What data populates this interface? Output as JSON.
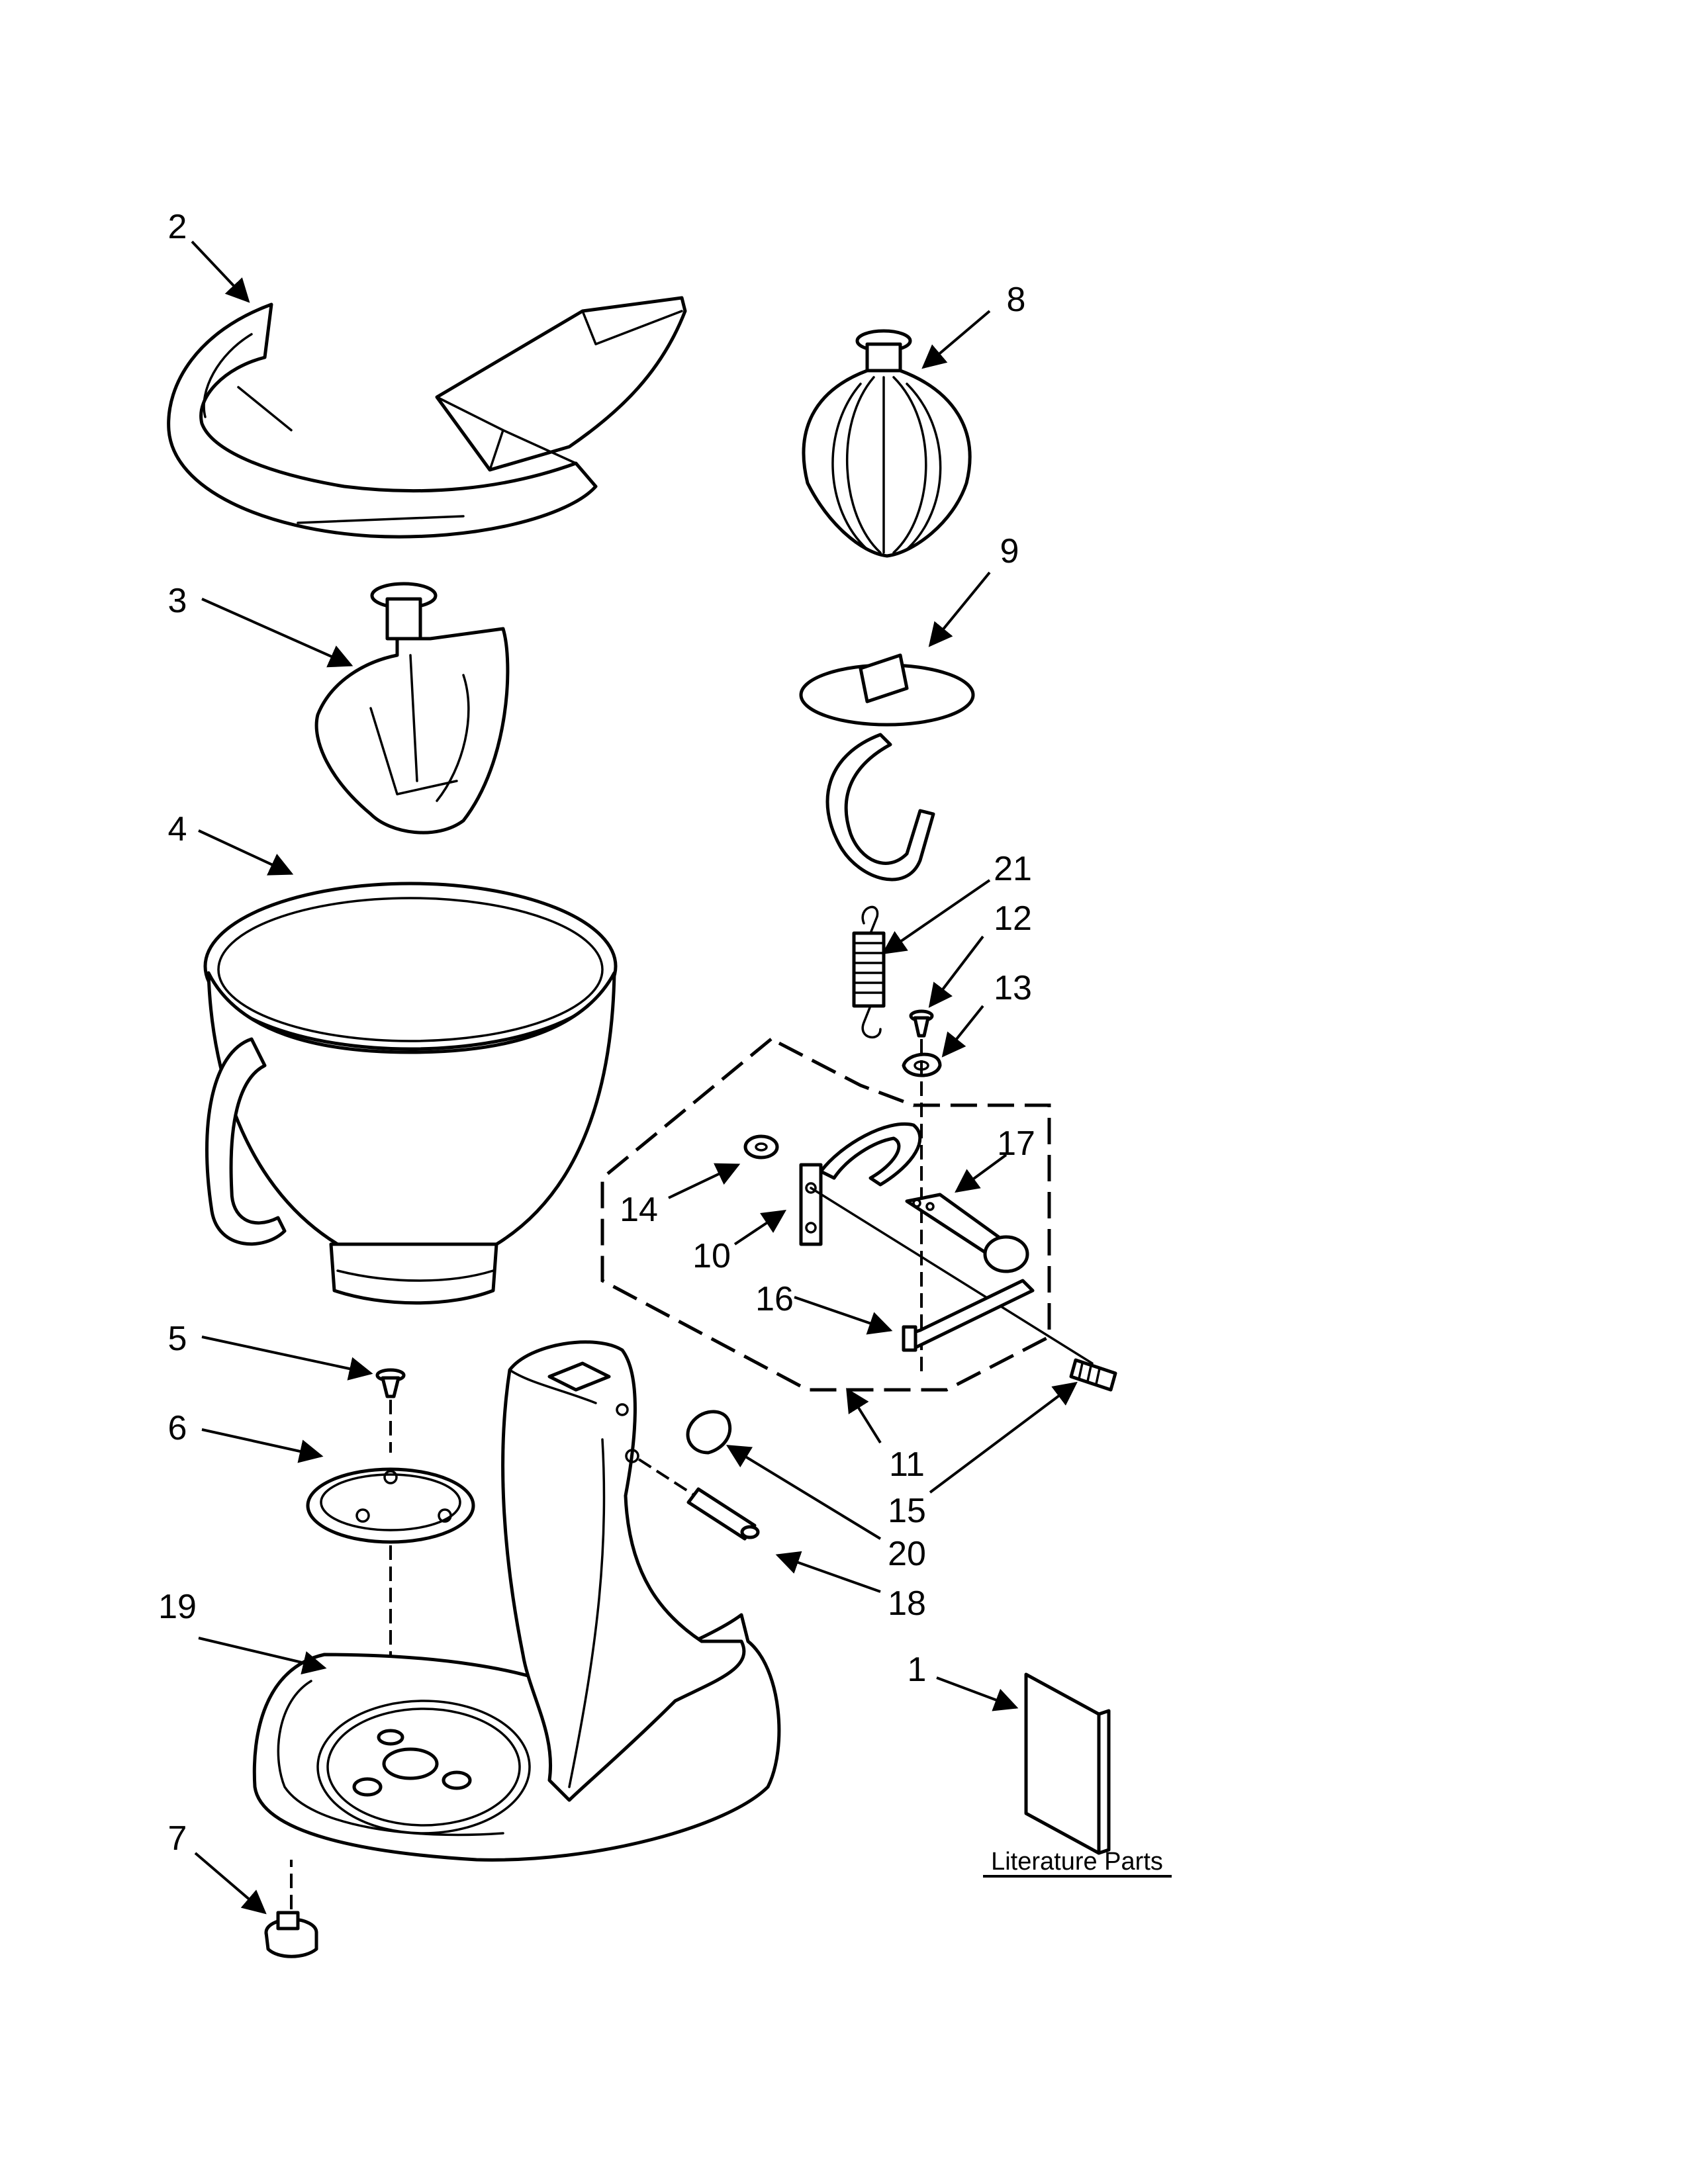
{
  "callouts": {
    "c1": "1",
    "c2": "2",
    "c3": "3",
    "c4": "4",
    "c5": "5",
    "c6": "6",
    "c7": "7",
    "c8": "8",
    "c9": "9",
    "c10": "10",
    "c11": "11",
    "c12": "12",
    "c13": "13",
    "c14": "14",
    "c15": "15",
    "c16": "16",
    "c17": "17",
    "c18": "18",
    "c19": "19",
    "c20": "20",
    "c21": "21"
  },
  "literature_label": "Literature Parts"
}
